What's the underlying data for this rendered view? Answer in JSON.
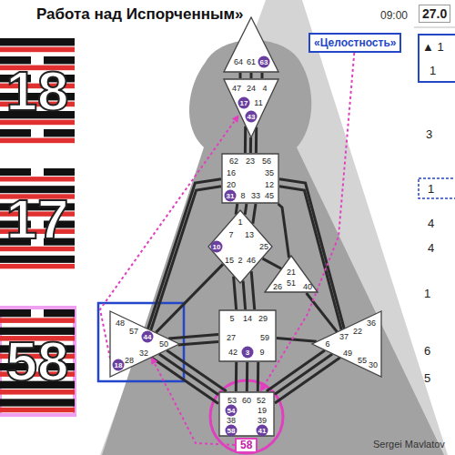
{
  "diagram": {
    "title": "Работа над Испорченным»",
    "nodes": [
      {
        "text": [
          "64",
          "61",
          "63"
        ]
      },
      {
        "text": [
          "47",
          "24",
          "4",
          "17",
          "11",
          "43"
        ]
      },
      {
        "text": [
          "62",
          "23",
          "56",
          "16",
          "35",
          "20",
          "12",
          "31",
          "8",
          "33",
          "45"
        ]
      },
      {
        "text": [
          "1",
          "7",
          "13",
          "10",
          "25",
          "15",
          "2",
          "46"
        ]
      },
      {
        "text": [
          "21",
          "51",
          "26",
          "40"
        ]
      },
      {
        "text": [
          "48",
          "57",
          "44",
          "50",
          "32",
          "28",
          "18"
        ]
      },
      {
        "text": [
          "36",
          "22",
          "37",
          "6",
          "49",
          "55",
          "30"
        ]
      },
      {
        "text": [
          "5",
          "14",
          "29",
          "27",
          "59",
          "42",
          "3",
          "9"
        ]
      },
      {
        "text": [
          "53",
          "60",
          "52",
          "54",
          "19",
          "38",
          "39",
          "58",
          "41"
        ]
      },
      {
        "text": [
          "«Целостность»"
        ]
      },
      {
        "text": [
          "58"
        ]
      }
    ],
    "edges": [
      {
        "from": 0,
        "to": 1,
        "arrow": "none"
      },
      {
        "from": 0,
        "to": 1,
        "arrow": "none"
      },
      {
        "from": 0,
        "to": 1,
        "arrow": "none"
      },
      {
        "from": 1,
        "to": 2,
        "arrow": "none"
      },
      {
        "from": 1,
        "to": 2,
        "arrow": "none"
      },
      {
        "from": 1,
        "to": 2,
        "arrow": "none"
      },
      {
        "from": 2,
        "to": 3,
        "arrow": "none"
      },
      {
        "from": 2,
        "to": 3,
        "arrow": "none"
      },
      {
        "from": 2,
        "to": 3,
        "arrow": "none"
      },
      {
        "from": 3,
        "to": 7,
        "arrow": "none"
      },
      {
        "from": 3,
        "to": 7,
        "arrow": "none"
      },
      {
        "from": 3,
        "to": 7,
        "arrow": "none"
      },
      {
        "from": 7,
        "to": 8,
        "arrow": "none"
      },
      {
        "from": 7,
        "to": 8,
        "arrow": "none"
      },
      {
        "from": 7,
        "to": 8,
        "arrow": "none"
      },
      {
        "from": 2,
        "to": 5,
        "arrow": "none"
      },
      {
        "from": 2,
        "to": 5,
        "arrow": "none"
      },
      {
        "from": 2,
        "to": 6,
        "arrow": "none"
      },
      {
        "from": 2,
        "to": 6,
        "arrow": "none"
      },
      {
        "from": 4,
        "to": 2,
        "arrow": "none"
      },
      {
        "from": 4,
        "to": 3,
        "arrow": "none"
      },
      {
        "from": 4,
        "to": 6,
        "arrow": "none"
      },
      {
        "from": 3,
        "to": 5,
        "arrow": "none"
      },
      {
        "from": 5,
        "to": 7,
        "arrow": "none"
      },
      {
        "from": 5,
        "to": 7,
        "arrow": "none"
      },
      {
        "from": 7,
        "to": 6,
        "arrow": "none"
      },
      {
        "from": 5,
        "to": 8,
        "arrow": "none"
      },
      {
        "from": 5,
        "to": 8,
        "arrow": "none"
      },
      {
        "from": 5,
        "to": 8,
        "arrow": "none"
      },
      {
        "from": 6,
        "to": 8,
        "arrow": "none"
      },
      {
        "from": 6,
        "to": 8,
        "arrow": "none"
      },
      {
        "from": 6,
        "to": 8,
        "arrow": "none"
      },
      {
        "from": 9,
        "to": 8,
        "arrow": "to"
      },
      {
        "from": 10,
        "to": 5,
        "arrow": "to"
      }
    ],
    "labels": [
      "18",
      "17",
      "58",
      "09:00",
      "27.0",
      "▲ 1",
      "1",
      "3",
      "1",
      "4",
      "4",
      "1",
      "6",
      "5",
      "Sergei Mavlatov"
    ]
  }
}
